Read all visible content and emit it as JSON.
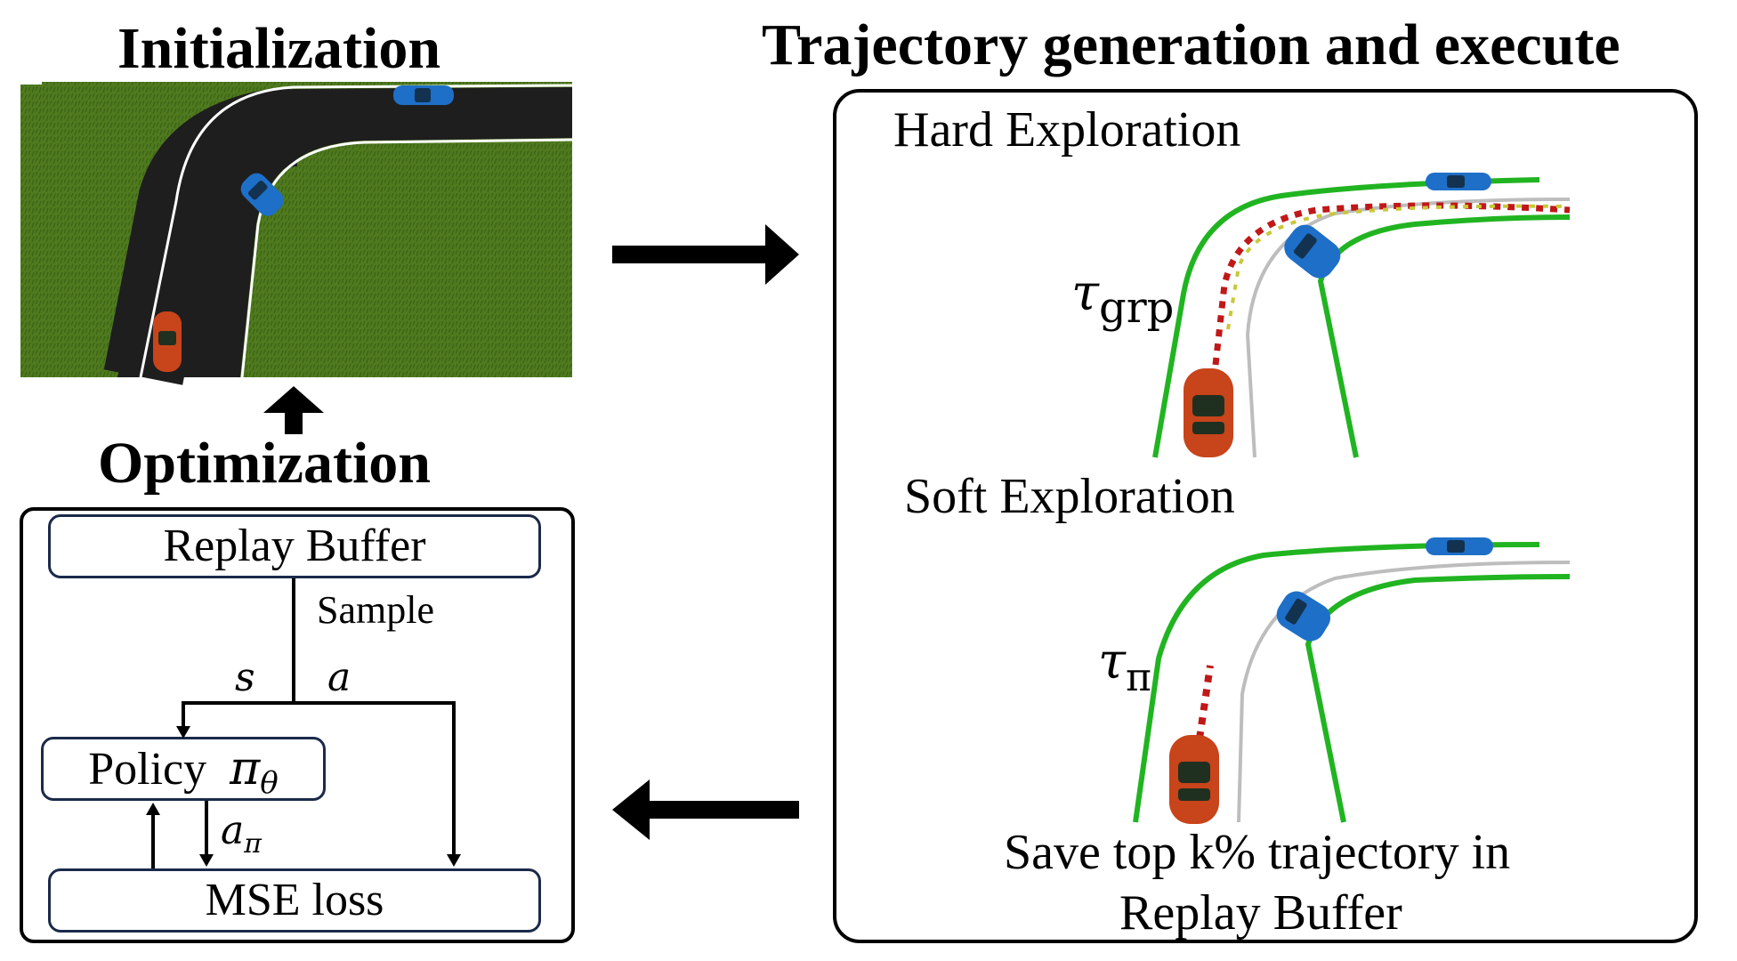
{
  "headings": {
    "initialization": "Initialization",
    "trajectory": "Trajectory generation and execute",
    "optimization": "Optimization"
  },
  "exploration": {
    "hard": "Hard Exploration",
    "soft": "Soft Exploration",
    "tau_grp_symbol": "τ",
    "tau_grp_sub": "grp",
    "tau_pi_symbol": "τ",
    "tau_pi_sub": "π",
    "save_line1": "Save top k% trajectory in",
    "save_line2": "Replay Buffer"
  },
  "optimization_flow": {
    "replay_buffer": "Replay Buffer",
    "sample": "Sample",
    "s": "s",
    "a": "a",
    "policy": "Policy",
    "policy_symbol": "π",
    "policy_sub": "θ",
    "a_pi": "a",
    "a_pi_sub": "π",
    "mse_loss": "MSE loss"
  },
  "colors": {
    "grass": "#4f7a1e",
    "road": "#1e1e1e",
    "lane_green": "#21b421",
    "lane_gray": "#bdbdbd",
    "car_red": "#c8441a",
    "car_blue": "#1e6fc8",
    "dash_red": "#c01818",
    "dash_yellow": "#c8c83a",
    "box_border": "#1b2a4a"
  }
}
